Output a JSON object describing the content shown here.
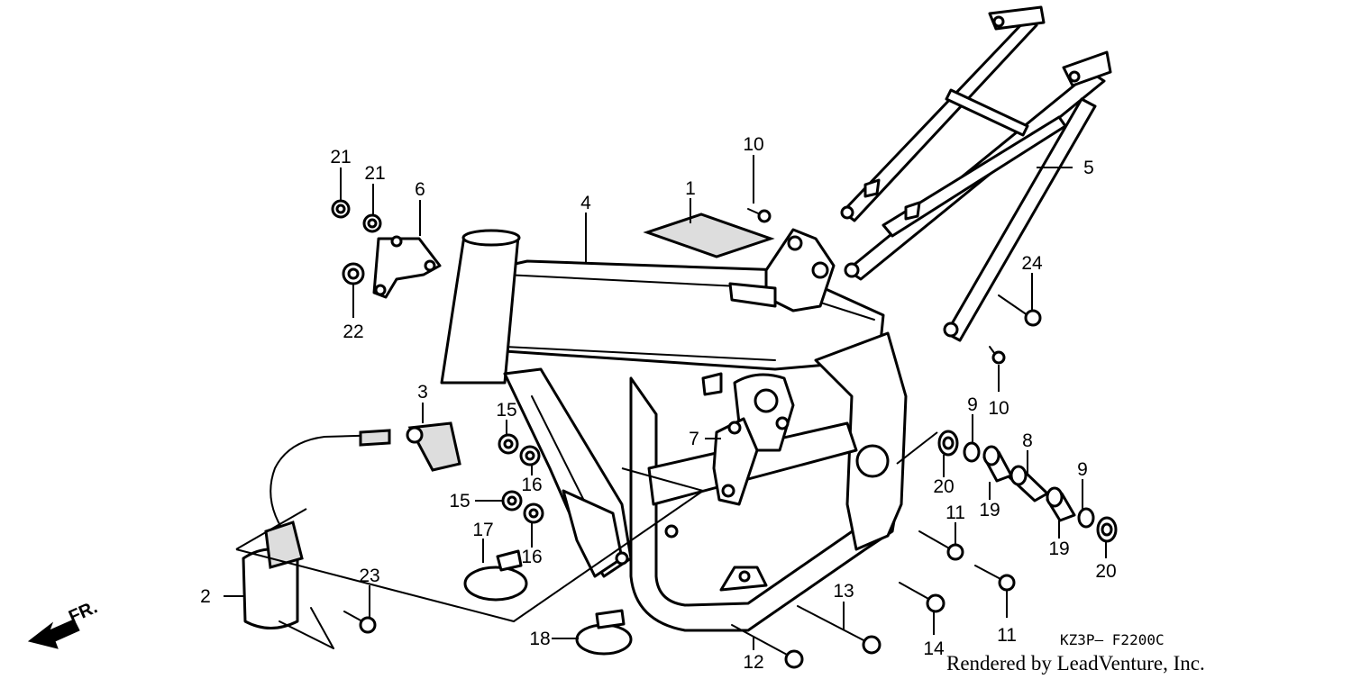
{
  "callouts": [
    {
      "id": "c1",
      "label": "1"
    },
    {
      "id": "c2",
      "label": "2"
    },
    {
      "id": "c3",
      "label": "3"
    },
    {
      "id": "c4",
      "label": "4"
    },
    {
      "id": "c5",
      "label": "5"
    },
    {
      "id": "c6",
      "label": "6"
    },
    {
      "id": "c7",
      "label": "7"
    },
    {
      "id": "c8",
      "label": "8"
    },
    {
      "id": "c9a",
      "label": "9"
    },
    {
      "id": "c9b",
      "label": "9"
    },
    {
      "id": "c10a",
      "label": "10"
    },
    {
      "id": "c10b",
      "label": "10"
    },
    {
      "id": "c11a",
      "label": "11"
    },
    {
      "id": "c11b",
      "label": "11"
    },
    {
      "id": "c12",
      "label": "12"
    },
    {
      "id": "c13",
      "label": "13"
    },
    {
      "id": "c14",
      "label": "14"
    },
    {
      "id": "c15a",
      "label": "15"
    },
    {
      "id": "c15b",
      "label": "15"
    },
    {
      "id": "c16a",
      "label": "16"
    },
    {
      "id": "c16b",
      "label": "16"
    },
    {
      "id": "c17",
      "label": "17"
    },
    {
      "id": "c18",
      "label": "18"
    },
    {
      "id": "c19a",
      "label": "19"
    },
    {
      "id": "c19b",
      "label": "19"
    },
    {
      "id": "c20a",
      "label": "20"
    },
    {
      "id": "c20b",
      "label": "20"
    },
    {
      "id": "c21a",
      "label": "21"
    },
    {
      "id": "c21b",
      "label": "21"
    },
    {
      "id": "c22",
      "label": "22"
    },
    {
      "id": "c23",
      "label": "23"
    },
    {
      "id": "c24",
      "label": "24"
    }
  ],
  "direction_label": "FR.",
  "diagram_code": "KZ3P— F2200C",
  "credit": "Rendered by LeadVenture, Inc."
}
